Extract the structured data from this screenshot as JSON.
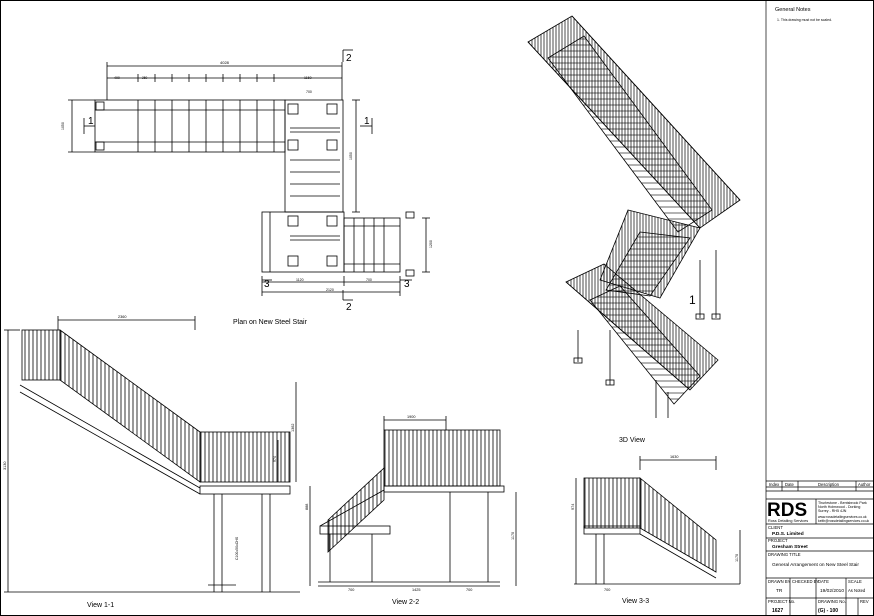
{
  "notes": {
    "title": "General Notes",
    "items": [
      "1. This drawing must not be scaled."
    ]
  },
  "views": {
    "plan": {
      "label": "Plan on New Steel Stair",
      "dims": {
        "overall_top": "4028",
        "seg_a": "490",
        "seg_b": "250",
        "seg_right": "1150",
        "landing": "700",
        "depth_left": "1050",
        "depth_right": "1050",
        "bottom_left": "1120",
        "bottom_right": "700",
        "bottom_overall": "2120",
        "side_right": "1200"
      },
      "markers": {
        "one": "1",
        "two": "2",
        "three": "3"
      }
    },
    "v11": {
      "label": "View 1-1",
      "dims": {
        "top": "2360",
        "height": "3130",
        "right_h": "1362",
        "small": "974",
        "post": "C100x50xCHS"
      }
    },
    "v22": {
      "label": "View 2-2",
      "dims": {
        "top": "1900",
        "left": "700",
        "mid": "1425",
        "right": "700",
        "h1": "1170",
        "h2": "888"
      }
    },
    "v33": {
      "label": "View 3-3",
      "dims": {
        "top": "1630",
        "left": "700",
        "h": "974",
        "h2": "1170"
      }
    },
    "v3d": {
      "label": "3D View",
      "marker": "1"
    }
  },
  "title_block": {
    "rev_headers": [
      "Index",
      "Date",
      "Description",
      "Author"
    ],
    "logo": "RDS",
    "company": "Ross Detailing Services",
    "address": [
      "Thurlestone - Bentsbrook Park",
      "North Holmwood - Dorking",
      "Surrey - RH5 4JN"
    ],
    "contact": [
      "www.rossdetailingservices.co.uk",
      "keith@rossdetailingservices.co.uk"
    ],
    "client_label": "CLIENT",
    "client": "P.D.S. Limited",
    "project_label": "PROJECT",
    "project": "Gresham Street",
    "title_label": "DRAWING TITLE",
    "title": "General Arrangement on New Steel Stair",
    "drawn_by_label": "DRAWN BY",
    "drawn_by": "TR",
    "checked_label": "CHECKED BY",
    "date_label": "DATE",
    "date": "19/02/2010",
    "scale_label": "SCALE",
    "scale": "As Noted",
    "project_no_label": "PROJECT No.",
    "project_no": "1627",
    "drawing_no_label": "DRAWING No.",
    "drawing_no": "(G) - 100",
    "rev_label": "REV"
  }
}
